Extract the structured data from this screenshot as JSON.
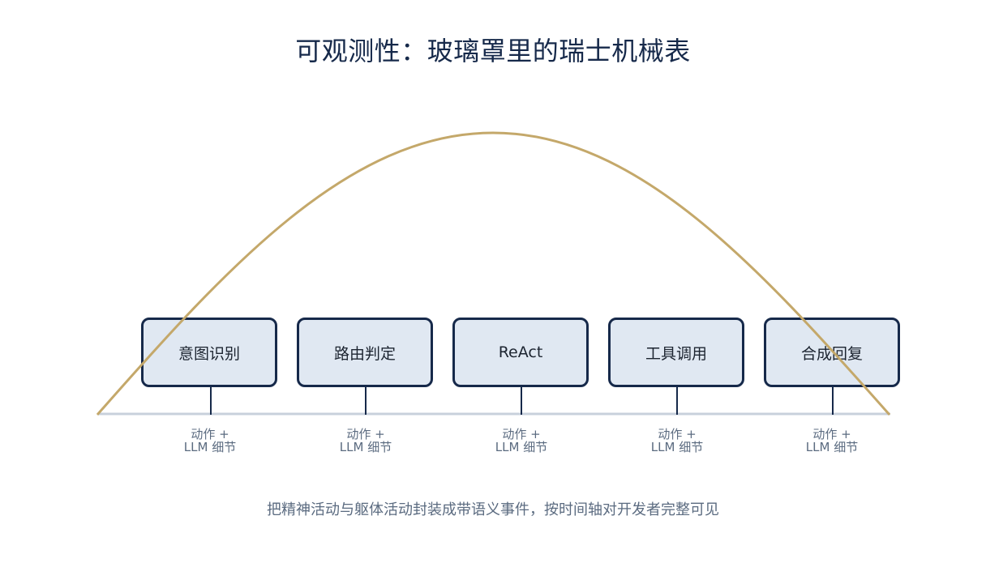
{
  "title": "可观测性：玻璃罩里的瑞士机械表",
  "stages": [
    {
      "label": "意图识别",
      "note_line1": "动作 +",
      "note_line2": "LLM 细节"
    },
    {
      "label": "路由判定",
      "note_line1": "动作 +",
      "note_line2": "LLM 细节"
    },
    {
      "label": "ReAct",
      "note_line1": "动作 +",
      "note_line2": "LLM 细节"
    },
    {
      "label": "工具调用",
      "note_line1": "动作 +",
      "note_line2": "LLM 细节"
    },
    {
      "label": "合成回复",
      "note_line1": "动作 +",
      "note_line2": "LLM 细节"
    }
  ],
  "caption": "把精神活动与躯体活动封装成带语义事件，按时间轴对开发者完整可见",
  "colors": {
    "arc": "#c4a86a",
    "timeline": "#c8d0dc",
    "box_border": "#16294a",
    "box_fill": "#dce5f0",
    "title": "#16294a",
    "muted_text": "#5b6b80"
  }
}
